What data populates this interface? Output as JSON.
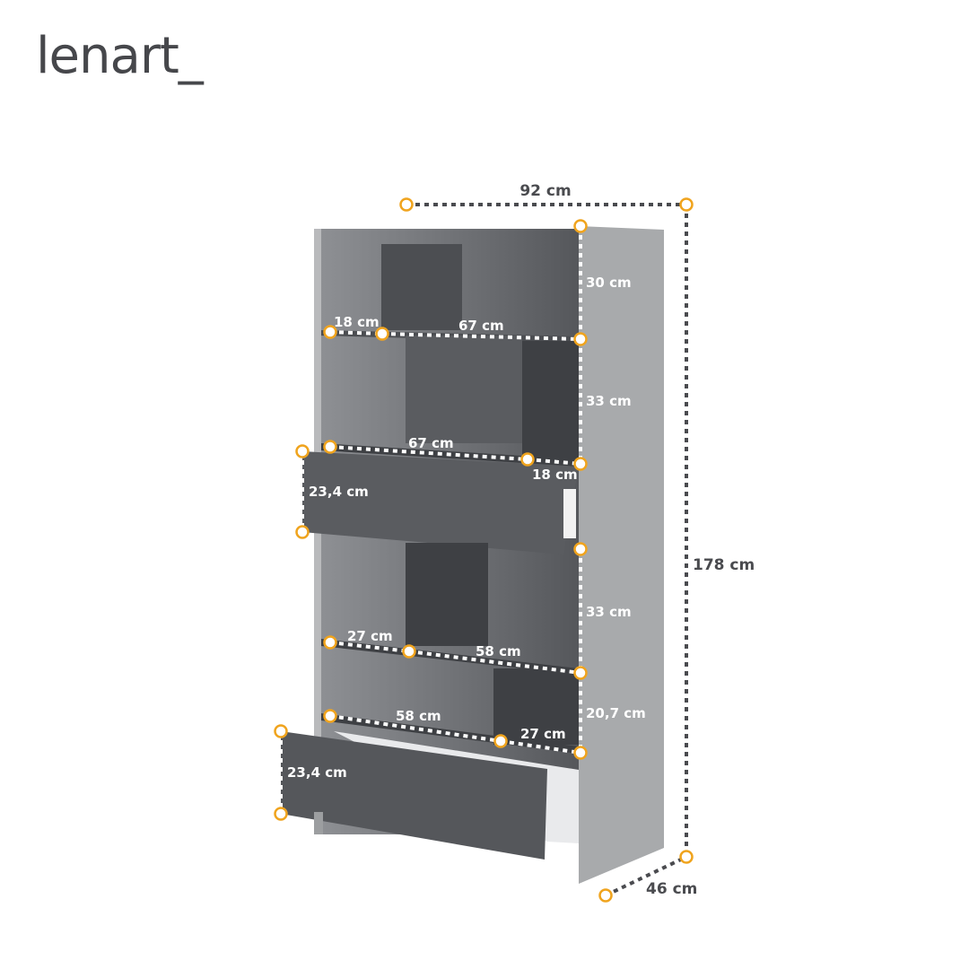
{
  "brand": {
    "logo": "lenart_"
  },
  "dimensions": {
    "width": "92 cm",
    "height": "178 cm",
    "depth": "46 cm",
    "top_compartment_height": "30 cm",
    "second_compartment_height": "33 cm",
    "third_compartment_height": "33 cm",
    "bottom_compartment_height": "20,7 cm",
    "shelf1_left": "18 cm",
    "shelf1_right": "67 cm",
    "shelf2_left": "67 cm",
    "shelf2_right": "18 cm",
    "drawer_upper_height": "23,4 cm",
    "shelf3_left": "27 cm",
    "shelf3_right": "58 cm",
    "shelf4_left": "58 cm",
    "shelf4_right": "27 cm",
    "drawer_lower_height": "23,4 cm"
  },
  "colors": {
    "marker": "#f0a41e",
    "body_light": "#a8aaac",
    "body_dark": "#4c4e52",
    "line_dark": "#4a4b4f"
  }
}
